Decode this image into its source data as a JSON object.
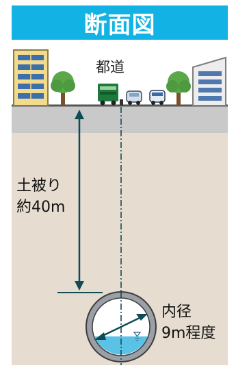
{
  "diagram": {
    "title": "断面図",
    "road_label": "都道",
    "cover_label_line1": "土被り",
    "cover_label_line2": "約40m",
    "diameter_label_line1": "内径",
    "diameter_label_line2": "9m程度"
  },
  "colors": {
    "title_bg": "#12b3e4",
    "ground": "#e6dccf",
    "road": "#c9c9c9",
    "arrow": "#0f4b54",
    "water": "#5bc2e7"
  }
}
